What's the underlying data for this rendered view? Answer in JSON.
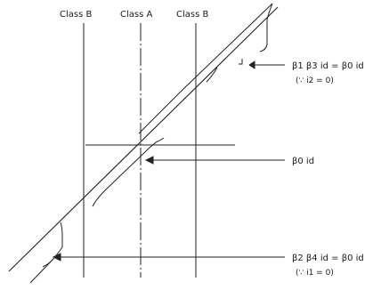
{
  "diagram": {
    "column_labels": {
      "left": "Class B",
      "center": "Class A",
      "right": "Class B"
    },
    "annotations": {
      "top": {
        "line1": "β1 β3 id = β0 id",
        "line2": "(∵ i2 = 0)"
      },
      "middle": {
        "line1": "β0 id"
      },
      "bottom": {
        "line1": "β2 β4 id = β0 id",
        "line2": "(∵ i1 = 0)"
      }
    }
  }
}
